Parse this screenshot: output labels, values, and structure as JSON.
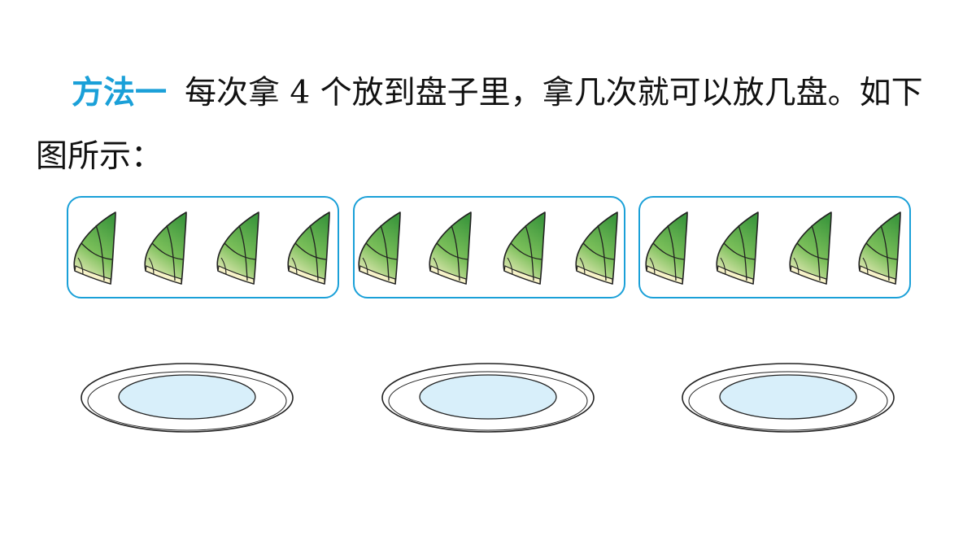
{
  "text": {
    "method_label": "方法一",
    "line1_rest": "每次拿 4 个放到盘子里，拿几次就可以放几盘。如下",
    "line2": "图所示："
  },
  "colors": {
    "accent": "#1aa0d8",
    "leaf_dark": "#3f9a3f",
    "leaf_light": "#f4f0c4",
    "plate_inner": "#d8effa"
  },
  "icons": {
    "item": "zongzi-icon",
    "container": "plate-icon"
  },
  "groups": [
    {
      "count": 4
    },
    {
      "count": 4
    },
    {
      "count": 4
    }
  ],
  "plates": [
    {
      "count": 1
    },
    {
      "count": 1
    },
    {
      "count": 1
    }
  ]
}
